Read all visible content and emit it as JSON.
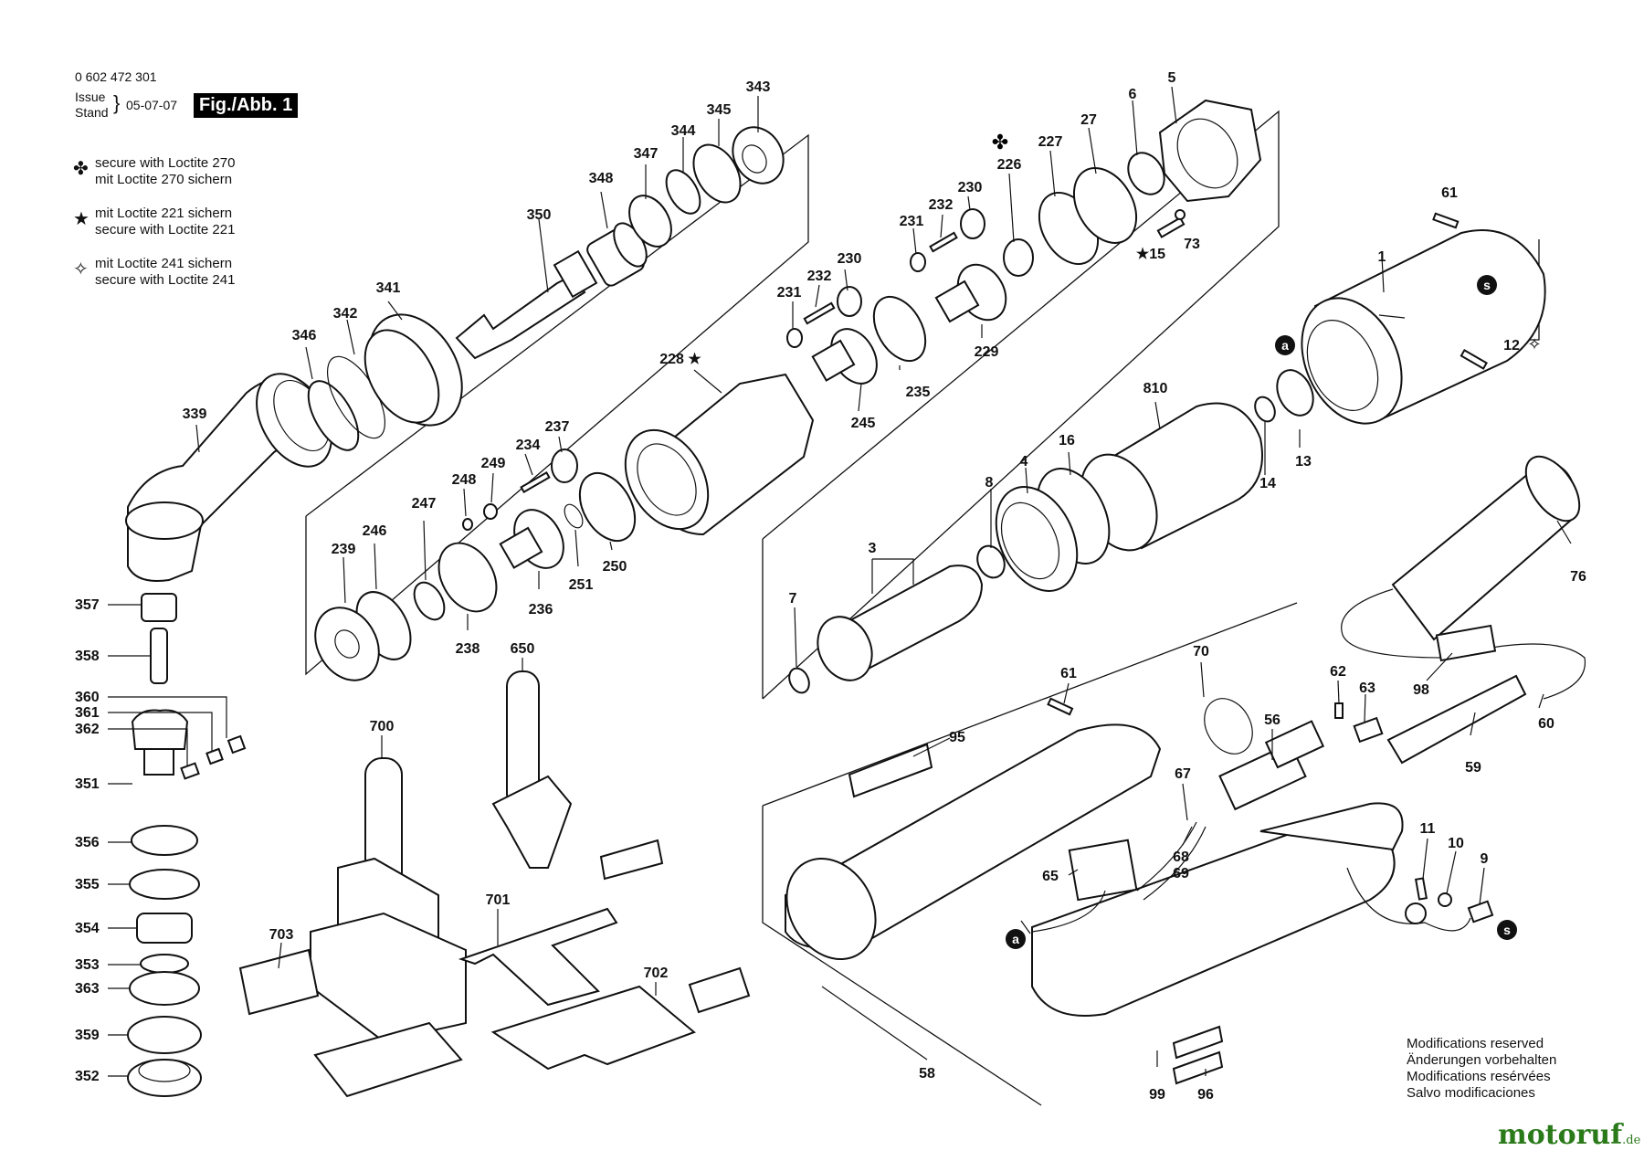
{
  "header": {
    "part_number": "0 602 472 301",
    "issue_en": "Issue",
    "issue_de": "Stand",
    "date": "05-07-07",
    "figure": "Fig./Abb. 1"
  },
  "legend": [
    {
      "symbol": "clover-icon",
      "line1": "secure with Loctite 270",
      "line2": "mit Loctite 270 sichern"
    },
    {
      "symbol": "star-icon",
      "line1": "mit Loctite 221 sichern",
      "line2": "secure with Loctite 221"
    },
    {
      "symbol": "four-point-star-icon",
      "line1": "mit Loctite 241 sichern",
      "line2": "secure with Loctite 241"
    }
  ],
  "modifications": [
    "Modifications reserved",
    "Änderungen vorbehalten",
    "Modifications resérvées",
    "Salvo modificaciones"
  ],
  "brand": {
    "name": "motoruf",
    "suffix": ".de"
  },
  "callouts": {
    "p343": "343",
    "p345": "345",
    "p344": "344",
    "p347": "347",
    "p348": "348",
    "p350": "350",
    "p341": "341",
    "p342": "342",
    "p346": "346",
    "p339": "339",
    "p5": "5",
    "p6": "6",
    "p27": "27",
    "p227": "227",
    "p226": "226",
    "p230a": "230",
    "p232a": "232",
    "p231a": "231",
    "p15": "★15",
    "p73": "73",
    "p61a": "61",
    "p1": "1",
    "p12": "12",
    "p230b": "230",
    "p232b": "232",
    "p231b": "231",
    "p229": "229",
    "p235": "235",
    "p245": "245",
    "p228": "228 ★",
    "p810": "810",
    "p16": "16",
    "p4": "4",
    "p14": "14",
    "p13": "13",
    "p8": "8",
    "p3": "3",
    "p7": "7",
    "p76": "76",
    "p98": "98",
    "p60": "60",
    "p59": "59",
    "p237": "237",
    "p234": "234",
    "p249": "249",
    "p248": "248",
    "p247": "247",
    "p246": "246",
    "p239": "239",
    "p238": "238",
    "p236": "236",
    "p251": "251",
    "p250": "250",
    "p357": "357",
    "p358": "358",
    "p360": "360",
    "p361": "361",
    "p362": "362",
    "p351": "351",
    "p356": "356",
    "p355": "355",
    "p354": "354",
    "p353": "353",
    "p363": "363",
    "p359": "359",
    "p352": "352",
    "p650": "650",
    "p700": "700",
    "p701": "701",
    "p703": "703",
    "p702": "702",
    "p61b": "61",
    "p95": "95",
    "p70": "70",
    "p62": "62",
    "p63": "63",
    "p56": "56",
    "p67": "67",
    "p68": "68",
    "p69": "69",
    "p65": "65",
    "p58": "58",
    "p99": "99",
    "p96": "96",
    "p11": "11",
    "p10": "10",
    "p9": "9",
    "ma": "a",
    "ms": "s"
  }
}
